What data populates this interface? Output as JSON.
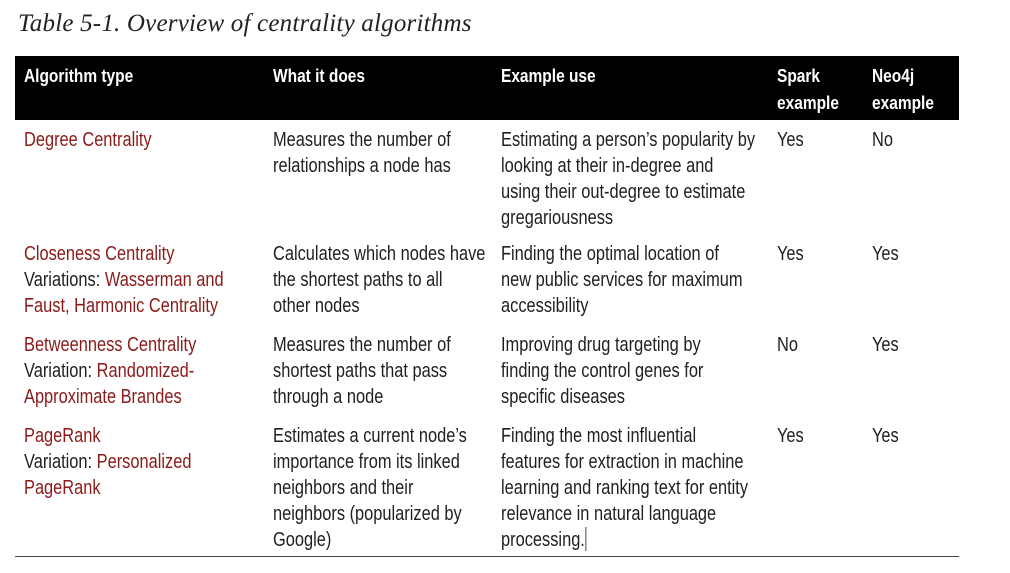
{
  "caption": "Table 5-1. Overview of centrality algorithms",
  "header": {
    "col1": "Algorithm type",
    "col2": "What it does",
    "col3": "Example use",
    "col4_line1": "Spark",
    "col4_line2": "example",
    "col5_line1": "Neo4j",
    "col5_line2": "example"
  },
  "rows": [
    {
      "type_lines": [
        {
          "prefix": "",
          "name": "Degree Centrality"
        }
      ],
      "what_lines": [
        "Measures the number of",
        "relationships a node has"
      ],
      "use_lines": [
        "Estimating a person’s popularity by",
        "looking at their in-degree and",
        "using their out-degree to estimate",
        "gregariousness"
      ],
      "spark": "Yes",
      "neo4j": "No"
    },
    {
      "type_lines": [
        {
          "prefix": "",
          "name": "Closeness Centrality"
        },
        {
          "prefix": "Variations: ",
          "name": "Wasserman and"
        },
        {
          "prefix": "",
          "name": "Faust, Harmonic Centrality"
        }
      ],
      "what_lines": [
        "Calculates which nodes have",
        "the shortest paths to all",
        "other nodes"
      ],
      "use_lines": [
        "Finding the optimal location of",
        "new public services for maximum",
        "accessibility"
      ],
      "spark": "Yes",
      "neo4j": "Yes"
    },
    {
      "type_lines": [
        {
          "prefix": "",
          "name": "Betweenness Centrality"
        },
        {
          "prefix": "Variation: ",
          "name": "Randomized-"
        },
        {
          "prefix": "",
          "name": "Approximate Brandes"
        }
      ],
      "what_lines": [
        "Measures the number of",
        "shortest paths that pass",
        "through a node"
      ],
      "use_lines": [
        "Improving drug targeting by",
        "finding the control genes for",
        "specific diseases"
      ],
      "spark": "No",
      "neo4j": "Yes"
    },
    {
      "type_lines": [
        {
          "prefix": "",
          "name": "PageRank"
        },
        {
          "prefix": "Variation: ",
          "name": "Personalized"
        },
        {
          "prefix": "",
          "name": "PageRank"
        }
      ],
      "what_lines": [
        "Estimates a current node’s",
        "importance from its linked",
        "neighbors and their",
        "neighbors (popularized by",
        "Google)"
      ],
      "use_lines": [
        "Finding the most influential",
        "features for extraction in machine",
        "learning and ranking text for entity",
        "relevance in natural language",
        "processing."
      ],
      "spark": "Yes",
      "neo4j": "Yes"
    }
  ],
  "colors": {
    "header_bg": "#000000",
    "header_text": "#ffffff",
    "algorithm_name": "#8b1a1a",
    "body_text": "#1f1f1f"
  }
}
